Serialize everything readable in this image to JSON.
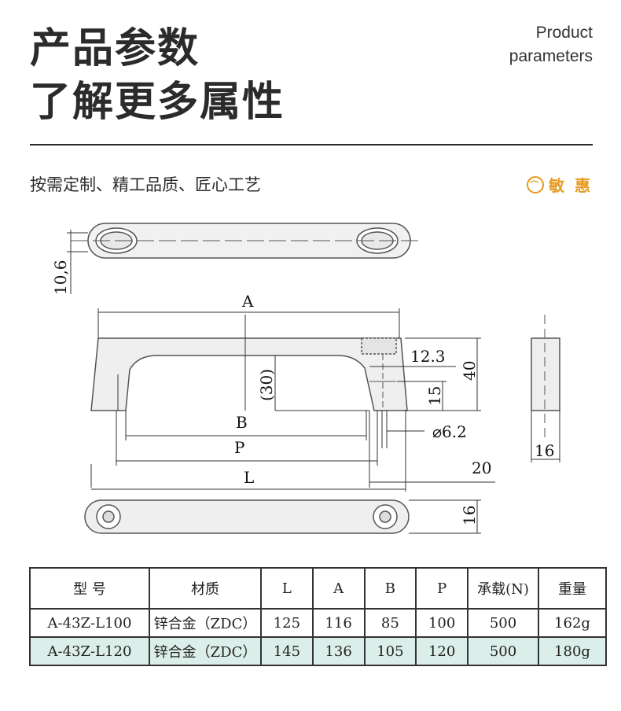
{
  "header": {
    "title_line1": "产品参数",
    "title_line2": "了解更多属性",
    "en_line1": "Product",
    "en_line2": "parameters"
  },
  "slogan": "按需定制、精工品质、匠心工艺",
  "brand": {
    "name": "敏 惠",
    "color": "#e69a1e"
  },
  "dimensions": {
    "a": "A",
    "b": "B",
    "p": "P",
    "l": "L",
    "h30": "(30)",
    "h40": "40",
    "d123": "12.3",
    "d15": "15",
    "d62": "⌀6.2",
    "d20": "20",
    "d16_side": "16",
    "d16_bottom": "16",
    "d106": "10,6"
  },
  "table": {
    "headers": [
      "型 号",
      "材质",
      "L",
      "A",
      "B",
      "P",
      "承载(N)",
      "重量"
    ],
    "rows": [
      [
        "A-43Z-L100",
        "锌合金（ZDC）",
        "125",
        "116",
        "85",
        "100",
        "500",
        "162g"
      ],
      [
        "A-43Z-L120",
        "锌合金（ZDC）",
        "145",
        "136",
        "105",
        "120",
        "500",
        "180g"
      ]
    ]
  }
}
